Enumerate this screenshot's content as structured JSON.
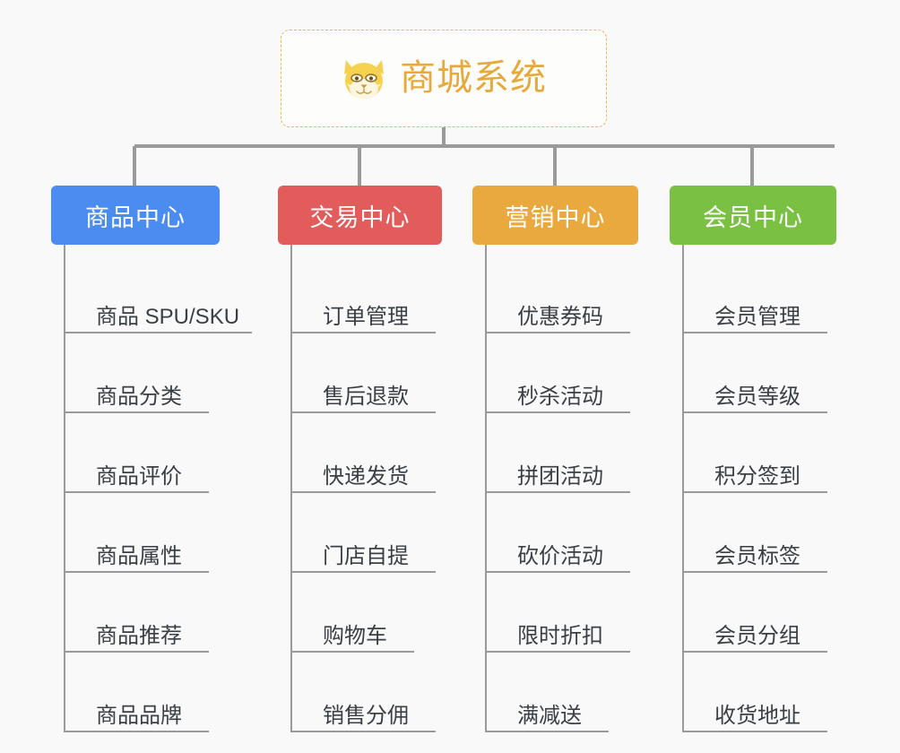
{
  "background_color": "#f9f9f9",
  "root": {
    "title": "商城系统",
    "icon": "shiba-dog-face-icon",
    "title_color": "#e8a93c",
    "border_color": "#edb54a"
  },
  "connector_color": "#9a9a9a",
  "columns": [
    {
      "id": "product-center",
      "label": "商品中心",
      "color": "#4a8cf0",
      "items": [
        {
          "label": "商品 SPU/SKU",
          "underline_width": 208
        },
        {
          "label": "商品分类",
          "underline_width": 160
        },
        {
          "label": "商品评价",
          "underline_width": 160
        },
        {
          "label": "商品属性",
          "underline_width": 160
        },
        {
          "label": "商品推荐",
          "underline_width": 160
        },
        {
          "label": "商品品牌",
          "underline_width": 160
        }
      ]
    },
    {
      "id": "trade-center",
      "label": "交易中心",
      "color": "#e25c5c",
      "items": [
        {
          "label": "订单管理",
          "underline_width": 160
        },
        {
          "label": "售后退款",
          "underline_width": 160
        },
        {
          "label": "快递发货",
          "underline_width": 160
        },
        {
          "label": "门店自提",
          "underline_width": 160
        },
        {
          "label": "购物车",
          "underline_width": 136
        },
        {
          "label": "销售分佣",
          "underline_width": 160
        }
      ]
    },
    {
      "id": "marketing-center",
      "label": "营销中心",
      "color": "#eaa93e",
      "items": [
        {
          "label": "优惠券码",
          "underline_width": 160
        },
        {
          "label": "秒杀活动",
          "underline_width": 160
        },
        {
          "label": "拼团活动",
          "underline_width": 160
        },
        {
          "label": "砍价活动",
          "underline_width": 160
        },
        {
          "label": "限时折扣",
          "underline_width": 160
        },
        {
          "label": "满减送",
          "underline_width": 136
        }
      ]
    },
    {
      "id": "member-center",
      "label": "会员中心",
      "color": "#79c043",
      "items": [
        {
          "label": "会员管理",
          "underline_width": 160
        },
        {
          "label": "会员等级",
          "underline_width": 160
        },
        {
          "label": "积分签到",
          "underline_width": 160
        },
        {
          "label": "会员标签",
          "underline_width": 160
        },
        {
          "label": "会员分组",
          "underline_width": 160
        },
        {
          "label": "收货地址",
          "underline_width": 160
        }
      ]
    }
  ]
}
